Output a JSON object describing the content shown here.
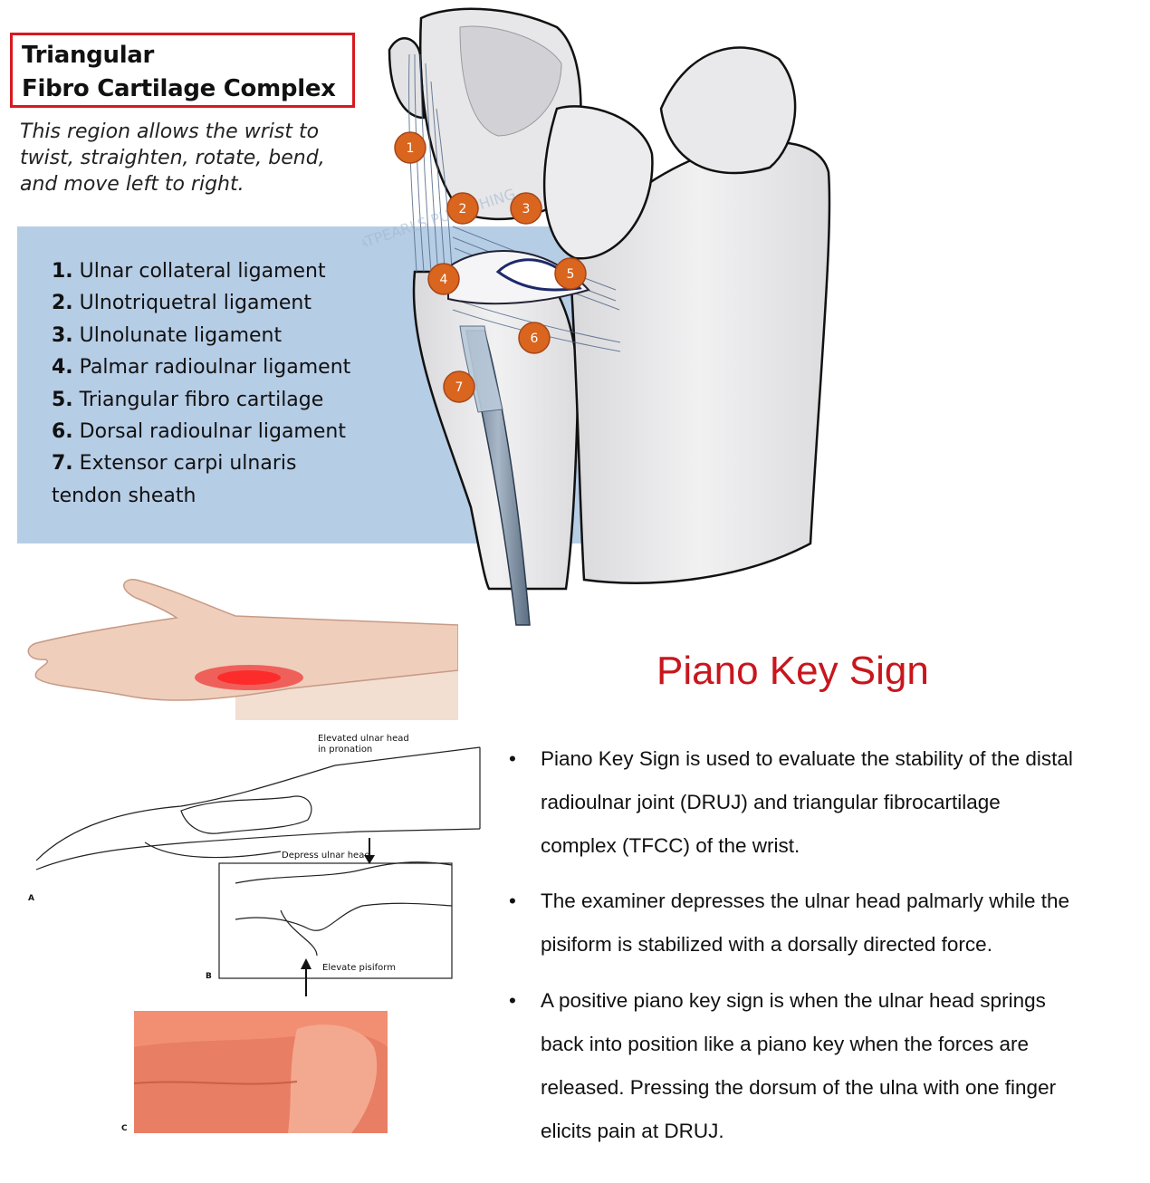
{
  "title": {
    "line1": "Triangular",
    "line2": "Fibro Cartilage Complex"
  },
  "intro": {
    "line1": "This region allows the wrist to",
    "line2": "twist, straighten, rotate, bend,",
    "line3": "and move left to right."
  },
  "legend": [
    {
      "num": "1.",
      "label": "Ulnar collateral ligament"
    },
    {
      "num": "2.",
      "label": "Ulnotriquetral ligament"
    },
    {
      "num": "3.",
      "label": "Ulnolunate ligament"
    },
    {
      "num": "4.",
      "label": "Palmar radioulnar ligament"
    },
    {
      "num": "5.",
      "label": "Triangular fibro cartilage"
    },
    {
      "num": "6.",
      "label": "Dorsal radioulnar ligament"
    },
    {
      "num": "7.",
      "label": "Extensor carpi ulnaris"
    },
    {
      "num": "",
      "label": "tendon sheath"
    }
  ],
  "markers": [
    "1",
    "2",
    "3",
    "4",
    "5",
    "6",
    "7"
  ],
  "watermark": "©2020 STATPEARLS PUBLISHING",
  "sketch": {
    "label_elevated_1": "Elevated ulnar head",
    "label_elevated_2": "in pronation",
    "label_depress": "Depress ulnar head",
    "label_elevate": "Elevate pisiform",
    "letter_a": "A",
    "letter_b": "B",
    "letter_c": "C"
  },
  "piano": {
    "title": "Piano Key Sign",
    "bullets": [
      {
        "lines": [
          "Piano Key Sign is used to evaluate the stability of the distal",
          "radioulnar joint (DRUJ) and triangular fibrocartilage",
          "complex (TFCC) of the wrist."
        ]
      },
      {
        "lines": [
          "The examiner depresses the ulnar head palmarly while the",
          "pisiform is stabilized with a dorsally directed force."
        ]
      },
      {
        "lines": [
          "A positive piano key sign is when the ulnar head springs",
          "back into position like a piano key when the forces are",
          "released. Pressing the dorsum of the ulna with one finger",
          "elicits pain at DRUJ."
        ]
      }
    ],
    "bullet_glyph": "•"
  },
  "colors": {
    "title_border": "#d71920",
    "panel_blue": "#b6cde6",
    "marker_orange": "#d9651e",
    "piano_title": "#c8161d"
  }
}
